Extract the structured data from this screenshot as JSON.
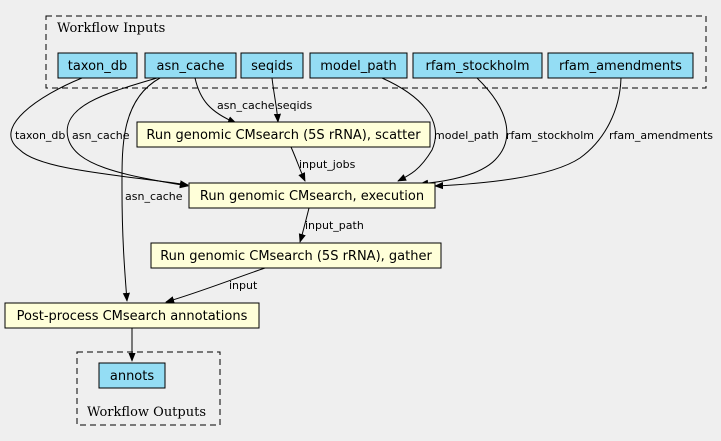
{
  "colors": {
    "background": "#efefef",
    "io_fill": "#94ddf4",
    "step_fill": "#ffffd9",
    "stroke": "#000000"
  },
  "clusters": {
    "inputs_label": "Workflow Inputs",
    "outputs_label": "Workflow Outputs"
  },
  "inputs": [
    "taxon_db",
    "asn_cache",
    "seqids",
    "model_path",
    "rfam_stockholm",
    "rfam_amendments"
  ],
  "steps": {
    "scatter": "Run genomic CMsearch (5S rRNA), scatter",
    "execution": "Run genomic CMsearch, execution",
    "gather": "Run genomic CMsearch (5S rRNA), gather",
    "postprocess": "Post-process CMsearch annotations"
  },
  "outputs": [
    "annots"
  ],
  "edge_labels": {
    "taxon_db_exec": "taxon_db",
    "asn_cache_exec": "asn_cache",
    "asn_cache_scatter": "asn_cache",
    "seqids_scatter": "seqids",
    "model_path_exec": "model_path",
    "rfam_stockholm_exec": "rfam_stockholm",
    "rfam_amendments_exec": "rfam_amendments",
    "scatter_exec": "input_jobs",
    "exec_gather": "input_path",
    "asn_cache_post": "asn_cache",
    "gather_post": "input"
  }
}
